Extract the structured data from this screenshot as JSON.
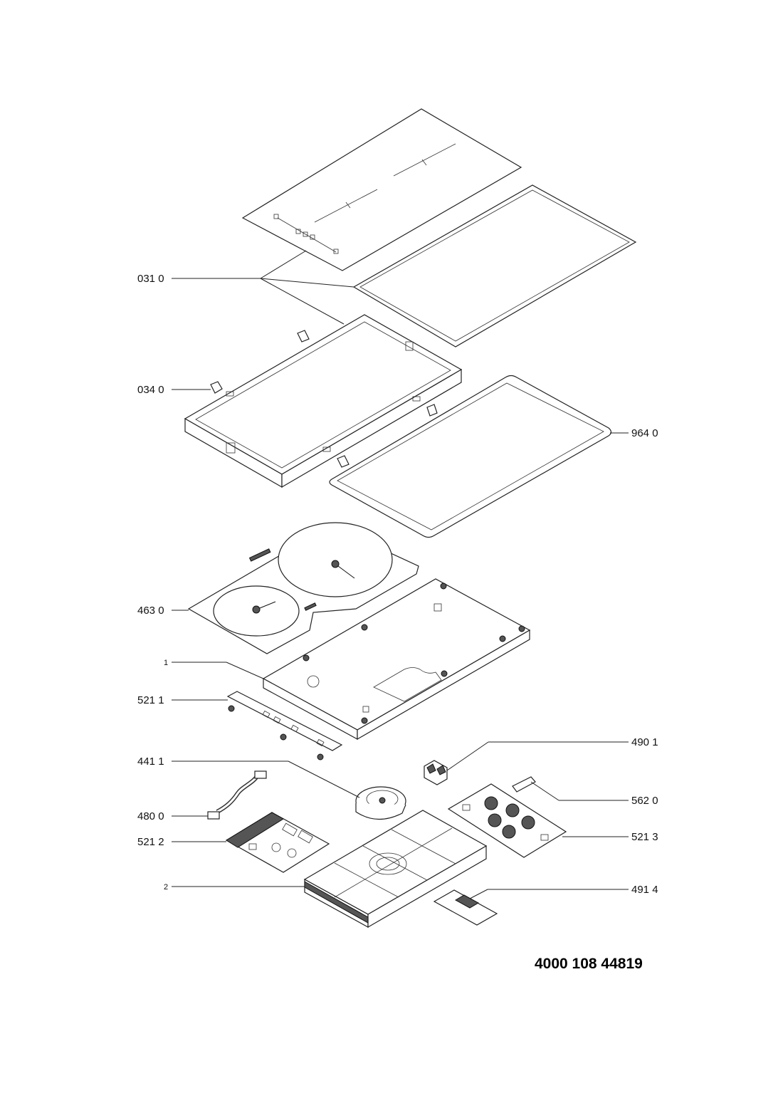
{
  "diagram": {
    "document_number": "4000 108 44819",
    "labels": {
      "p0310": "031 0",
      "p0340": "034 0",
      "p9640": "964 0",
      "p4630": "463 0",
      "p1": "1",
      "p5211": "521 1",
      "p4901": "490 1",
      "p4411": "441 1",
      "p5620": "562 0",
      "p4800": "480 0",
      "p5212": "521 2",
      "p5213": "521 3",
      "p2": "2",
      "p4914": "491 4"
    }
  }
}
